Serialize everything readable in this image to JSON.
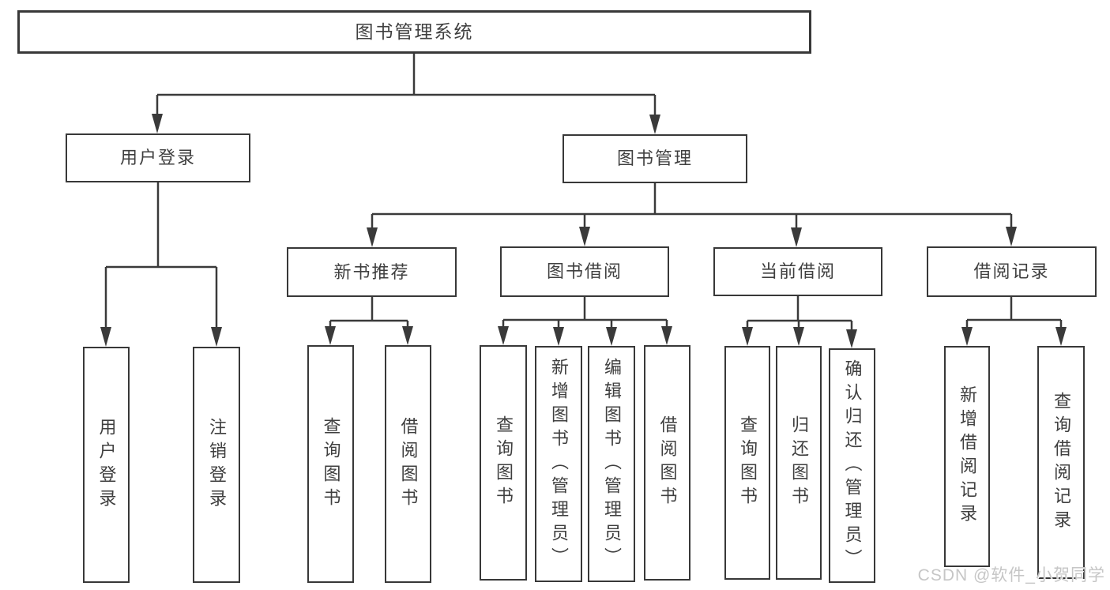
{
  "tree": {
    "root": {
      "label": "图书管理系统",
      "children": [
        {
          "label": "用户登录",
          "children": [
            {
              "label": "用户登录"
            },
            {
              "label": "注销登录"
            }
          ]
        },
        {
          "label": "图书管理",
          "children": [
            {
              "label": "新书推荐",
              "children": [
                {
                  "label": "查询图书"
                },
                {
                  "label": "借阅图书"
                }
              ]
            },
            {
              "label": "图书借阅",
              "children": [
                {
                  "label": "查询图书"
                },
                {
                  "label": "新增图书（管理员）"
                },
                {
                  "label": "编辑图书（管理员）"
                },
                {
                  "label": "借阅图书"
                }
              ]
            },
            {
              "label": "当前借阅",
              "children": [
                {
                  "label": "查询图书"
                },
                {
                  "label": "归还图书"
                },
                {
                  "label": "确认归还（管理员）"
                }
              ]
            },
            {
              "label": "借阅记录",
              "children": [
                {
                  "label": "新增借阅记录"
                },
                {
                  "label": "查询借阅记录"
                }
              ]
            }
          ]
        }
      ]
    }
  },
  "watermark": {
    "text": "CSDN @软件_小贺同学"
  },
  "colors": {
    "line": "#3a3a3a",
    "box_border": "#383838",
    "text": "#3f3f3f",
    "watermark": "#c6c6c6",
    "background": "#ffffff"
  }
}
